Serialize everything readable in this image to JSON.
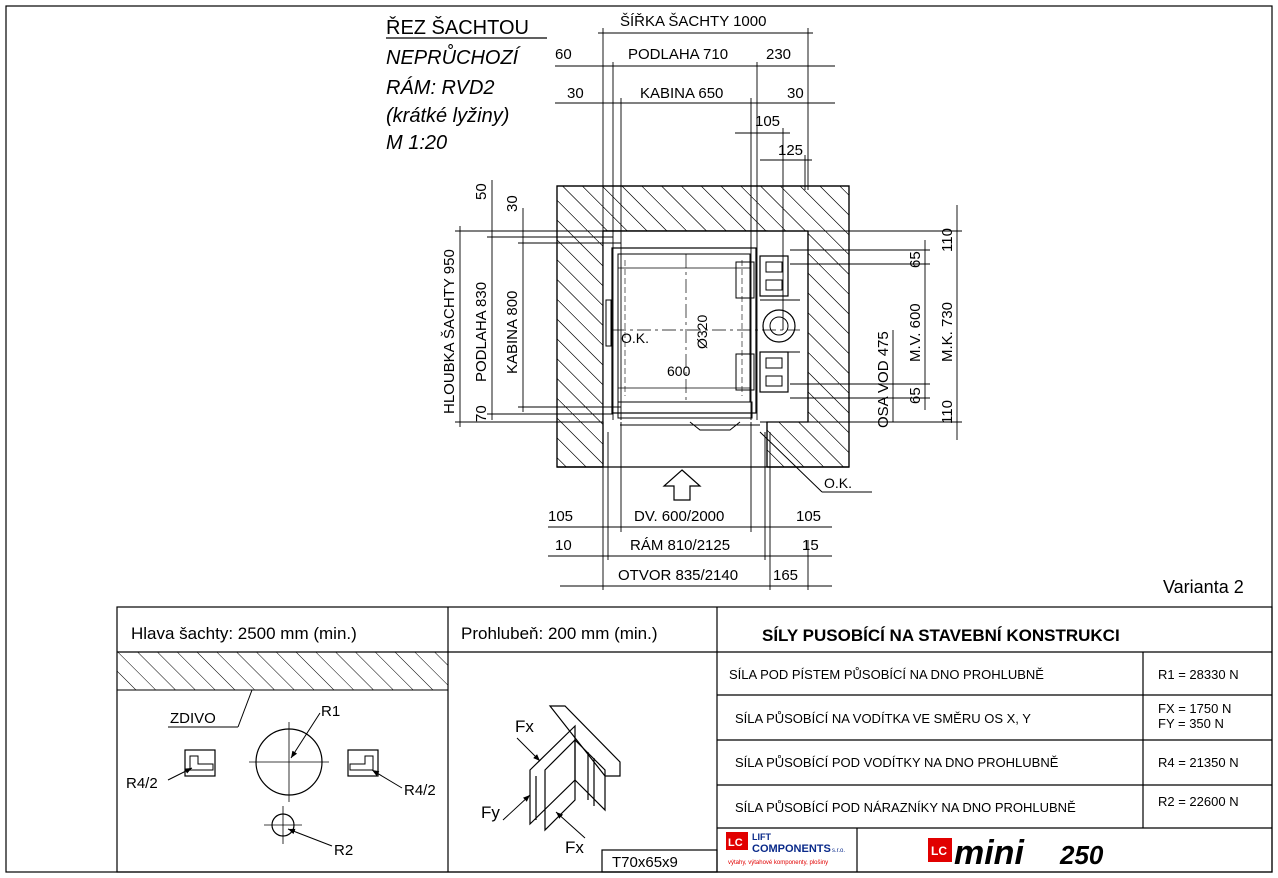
{
  "title": {
    "line1": "ŘEZ ŠACHTOU",
    "line2": "NEPRŮCHOZÍ",
    "line3": "RÁM: RVD2",
    "line4": "(krátké lyžiny)",
    "line5": "M 1:20"
  },
  "dims": {
    "sirka": "ŠÍŘKA ŠACHTY 1000",
    "d60": "60",
    "podlaha710": "PODLAHA 710",
    "d230": "230",
    "d30a": "30",
    "kabina650": "KABINA 650",
    "d30b": "30",
    "d105top": "105",
    "d125": "125",
    "d50": "50",
    "d30v": "30",
    "hloubka": "HLOUBKA ŠACHTY 950",
    "podlaha830": "PODLAHA 830",
    "kabina800": "KABINA 800",
    "d70": "70",
    "d110a": "110",
    "d65a": "65",
    "mv600": "M.V. 600",
    "mk730": "M.K. 730",
    "osa": "OSA VOD 475",
    "d65b": "65",
    "d110b": "110",
    "ok1": "O.K.",
    "phi320": "Ø320",
    "d600": "600",
    "ok2": "O.K.",
    "d105l": "105",
    "dv": "DV. 600/2000",
    "d105r": "105",
    "d10": "10",
    "ram": "RÁM 810/2125",
    "d15": "15",
    "otvor": "OTVOR 835/2140",
    "d165": "165"
  },
  "variant": "Varianta 2",
  "table": {
    "hlava": "Hlava šachty: 2500 mm (min.)",
    "prohluben": "Prohlubeň: 200 mm (min.)",
    "header": "SÍLY PUSOBÍCÍ NA STAVEBNÍ KONSTRUKCI",
    "rows": [
      {
        "label": "SÍLA POD PÍSTEM PŮSOBÍCÍ NA DNO PROHLUBNĚ",
        "value": "R1 = 28330 N",
        "value2": ""
      },
      {
        "label": "SÍLA PŮSOBÍCÍ NA VODÍTKA VE SMĚRU OS X, Y",
        "value": "FX = 1750 N",
        "value2": "FY = 350 N"
      },
      {
        "label": "SÍLA PŮSOBÍCÍ POD VODÍTKY NA DNO PROHLUBNĚ",
        "value": "R4 = 21350 N",
        "value2": ""
      },
      {
        "label": "SÍLA PŮSOBÍCÍ POD NÁRAZNÍKY NA DNO PROHLUBNĚ",
        "value": "R2 = 22600 N",
        "value2": ""
      }
    ]
  },
  "legend": {
    "zdivo": "ZDIVO",
    "r1": "R1",
    "r2": "R2",
    "r4l": "R4/2",
    "r4r": "R4/2"
  },
  "rail": {
    "fx1": "Fx",
    "fy": "Fy",
    "fx2": "Fx",
    "profile": "T70x65x9"
  },
  "logo": {
    "company1": "LIFT",
    "company2": "COMPONENTS",
    "sro": "s.r.o.",
    "tagline": "výtahy, výtahové komponenty, plošiny",
    "lc": "LC",
    "product": "mini",
    "model": "250"
  }
}
